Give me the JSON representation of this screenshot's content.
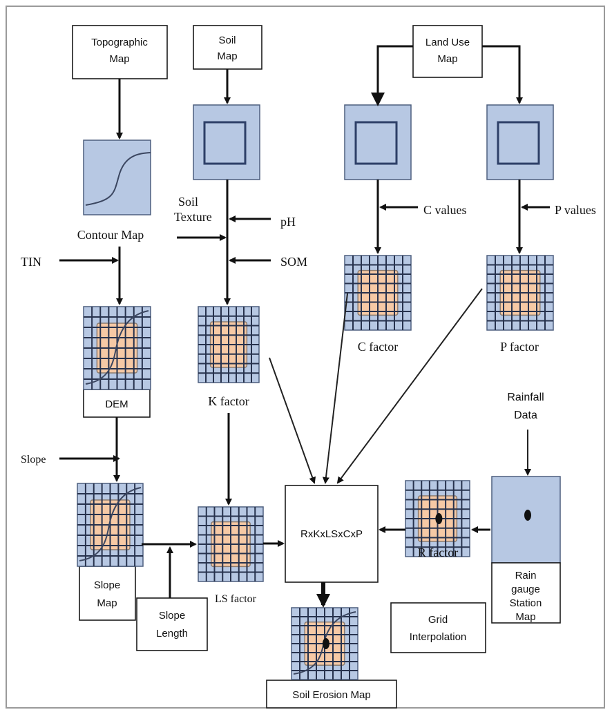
{
  "nodes": {
    "topographic_map": [
      "Topographic",
      "Map"
    ],
    "soil_map": [
      "Soil",
      "Map"
    ],
    "land_use_map": [
      "Land Use",
      "Map"
    ],
    "contour_map": "Contour Map",
    "soil_texture": [
      "Soil",
      "Texture"
    ],
    "ph": "pH",
    "som": "SOM",
    "c_values": "C values",
    "p_values": "P values",
    "tin": "TIN",
    "dem": "DEM",
    "k_factor": "K factor",
    "c_factor": "C factor",
    "p_factor": "P factor",
    "rainfall_data": [
      "Rainfall",
      "Data"
    ],
    "slope": "Slope",
    "formula": "RxKxLSxCxP",
    "r_factor": "R factor",
    "ls_factor": "LS factor",
    "rain_gauge_station_map": [
      "Rain",
      "gauge",
      "Station",
      "Map"
    ],
    "slope_map": [
      "Slope",
      "Map"
    ],
    "slope_length": [
      "Slope",
      "Length"
    ],
    "grid_interpolation": [
      "Grid",
      "Interpolation"
    ],
    "soil_erosion_map": "Soil Erosion Map"
  },
  "colors": {
    "raster_blue": "#b7c8e3",
    "raster_orange": "#f6c9a5",
    "grid_line": "#27324d"
  }
}
